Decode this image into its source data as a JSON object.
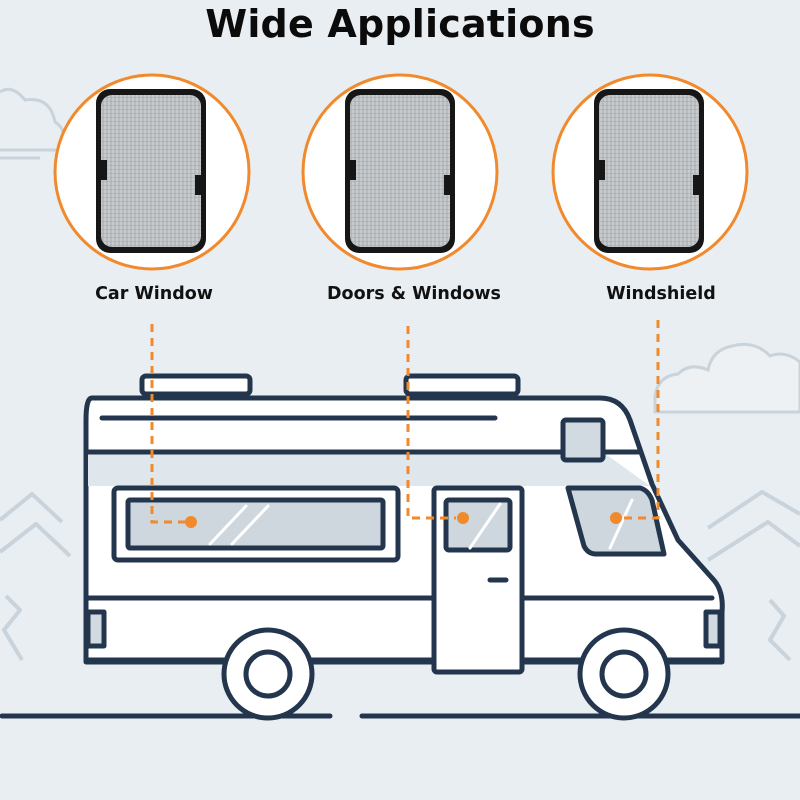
{
  "page": {
    "title": "Wide Applications"
  },
  "applications": [
    {
      "label": "Car Window"
    },
    {
      "label": "Doors & Windows"
    },
    {
      "label": "Windshield"
    }
  ],
  "colors": {
    "background": "#e9eef2",
    "outline": "#23364d",
    "accent_orange": "#f08a2c",
    "window_glass": "#cfd7de",
    "shade_silver": "#b9bcbe",
    "cloud_stroke": "#c9d3dc"
  },
  "icons": [
    "sun-shade-icon",
    "camper-van-icon",
    "cloud-icon",
    "tree-icon"
  ]
}
